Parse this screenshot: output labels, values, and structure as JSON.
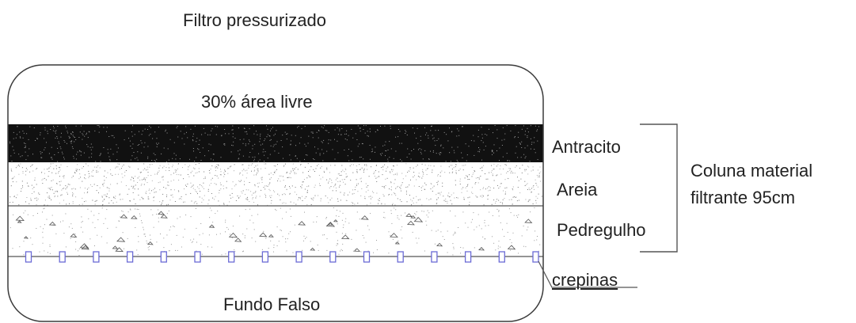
{
  "title": "Filtro pressurizado",
  "layers": {
    "free_space": "30% área livre",
    "anthracite": "Antracito",
    "sand": "Areia",
    "gravel": "Pedregulho",
    "false_bottom": "Fundo Falso"
  },
  "nozzles_label": "crepinas",
  "column": {
    "line1": "Coluna material",
    "line2": "filtrante 95cm"
  },
  "colors": {
    "outline": "#3a3a3a",
    "anthracite": "#111111",
    "nozzle": "#6b6bd6"
  },
  "nozzle_count": 16
}
